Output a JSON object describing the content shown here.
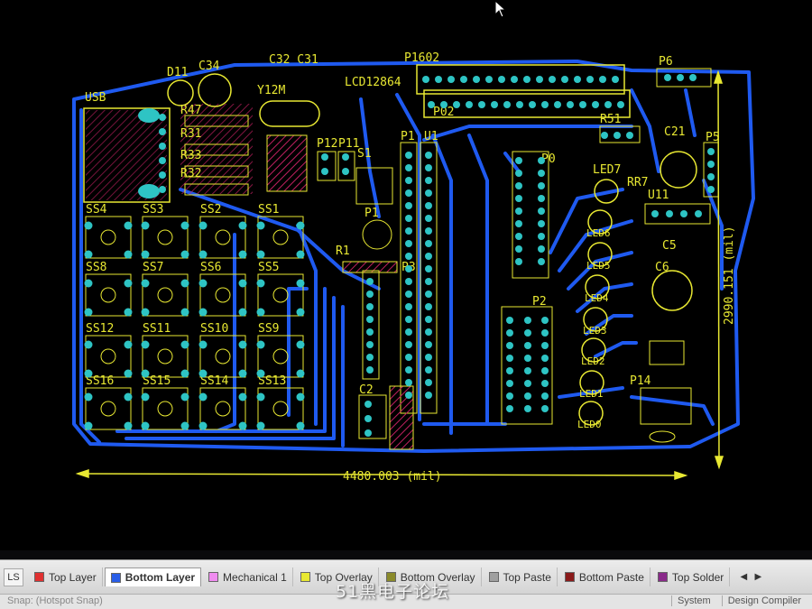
{
  "board": {
    "labels": {
      "usb": "USB",
      "d11": "D11",
      "c34": "C34",
      "c32c31": "C32 C31",
      "y12m": "Y12M",
      "r47": "R47",
      "r31": "R31",
      "r33": "R33",
      "r32": "R32",
      "p1602": "P1602",
      "lcd": "LCD12864",
      "p02": "P02",
      "r51": "R51",
      "p6": "P6",
      "p5": "P5",
      "c21": "C21",
      "led7": "LED7",
      "rr7": "RR7",
      "u11": "U11",
      "c5": "C5",
      "c6": "C6",
      "p12": "P12",
      "p11": "P11",
      "s1": "S1",
      "p1": "P1",
      "u1": "U1",
      "p0": "P0",
      "p2": "P2",
      "r1": "R1",
      "p3": "P3",
      "c2": "C2",
      "p14": "P14",
      "led6": "LED6",
      "led5": "LED5",
      "led4": "LED4",
      "led3": "LED3",
      "led2": "LED2",
      "led1": "LED1",
      "led0": "LED0"
    },
    "switches": [
      [
        "SS4",
        "SS3",
        "SS2",
        "SS1"
      ],
      [
        "SS8",
        "SS7",
        "SS6",
        "SS5"
      ],
      [
        "SS12",
        "SS11",
        "SS10",
        "SS9"
      ],
      [
        "SS16",
        "SS15",
        "SS14",
        "SS13"
      ]
    ],
    "width_dimension": "4480.003 (mil)",
    "height_dimension": "2990.151 (mil)"
  },
  "layer_tabs": [
    {
      "label": "Top Layer",
      "color": "#e03030",
      "active": false
    },
    {
      "label": "Bottom Layer",
      "color": "#2a5ee8",
      "active": true
    },
    {
      "label": "Mechanical 1",
      "color": "#f08cf0",
      "active": false
    },
    {
      "label": "Top Overlay",
      "color": "#e8e832",
      "active": false
    },
    {
      "label": "Bottom Overlay",
      "color": "#8a8a2a",
      "active": false
    },
    {
      "label": "Top Paste",
      "color": "#a0a0a0",
      "active": false
    },
    {
      "label": "Bottom Paste",
      "color": "#8a1a1a",
      "active": false
    },
    {
      "label": "Top Solder",
      "color": "#8a2a8a",
      "active": false
    }
  ],
  "tab_left_marker": "LS",
  "status": {
    "left": "Snap: (Hotspot Snap)",
    "items": [
      "System",
      "Design Compiler"
    ]
  },
  "watermark": "51黑电子论坛",
  "colors": {
    "bottom_trace": "#1f5af0",
    "silkscreen": "#e8e832",
    "pad": "#2ec4c4",
    "mechanical": "#f08cf0",
    "background": "#000000"
  }
}
